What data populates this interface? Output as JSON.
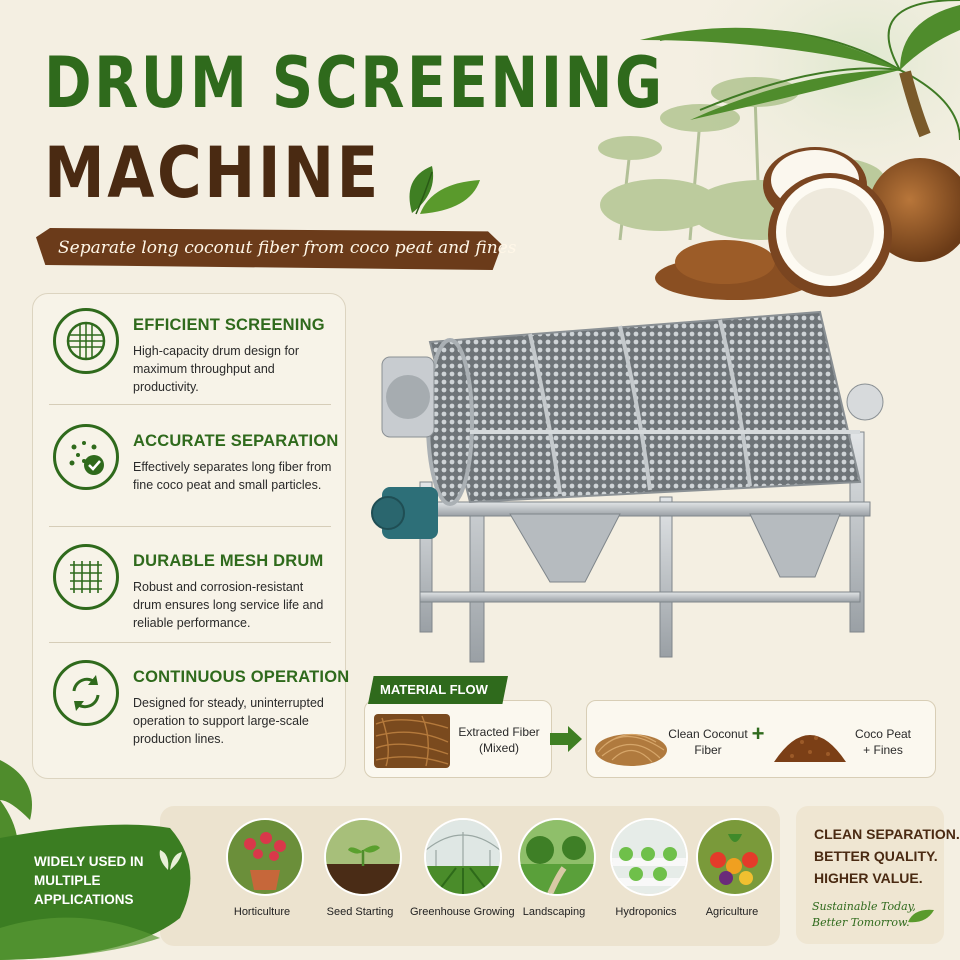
{
  "title": {
    "line1": "DRUM SCREENING",
    "line2": "MACHINE",
    "subtitle": "Separate long coconut fiber from coco peat and fines"
  },
  "features": [
    {
      "title": "EFFICIENT SCREENING",
      "desc": "High-capacity drum design for maximum throughput and productivity.",
      "icon": "drum-mesh-icon"
    },
    {
      "title": "ACCURATE SEPARATION",
      "desc": "Effectively separates long fiber from fine coco peat and small particles.",
      "icon": "particles-check-icon"
    },
    {
      "title": "DURABLE MESH DRUM",
      "desc": "Robust and corrosion-resistant drum ensures long service life and reliable performance.",
      "icon": "mesh-grid-icon"
    },
    {
      "title": "CONTINUOUS OPERATION",
      "desc": "Designed for steady, uninterrupted operation to support large-scale production lines.",
      "icon": "cycle-arrows-icon"
    }
  ],
  "material_flow": {
    "label": "MATERIAL FLOW",
    "input": "Extracted Fiber (Mixed)",
    "output1": "Clean Coconut Fiber",
    "plus": "+",
    "output2": "Coco Peat + Fines"
  },
  "applications": {
    "label": "WIDELY USED IN MULTIPLE APPLICATIONS",
    "items": [
      {
        "label": "Horticulture"
      },
      {
        "label": "Seed Starting"
      },
      {
        "label": "Greenhouse Growing"
      },
      {
        "label": "Landscaping"
      },
      {
        "label": "Hydroponics"
      },
      {
        "label": "Agriculture"
      }
    ]
  },
  "tagline": {
    "line1": "CLEAN SEPARATION.",
    "line2": "BETTER QUALITY.",
    "line3": "HIGHER VALUE.",
    "script1": "Sustainable Today,",
    "script2": "Better Tomorrow."
  },
  "colors": {
    "green": "#2f6a1c",
    "brown": "#4a2a12",
    "cream": "#f4efe2"
  }
}
